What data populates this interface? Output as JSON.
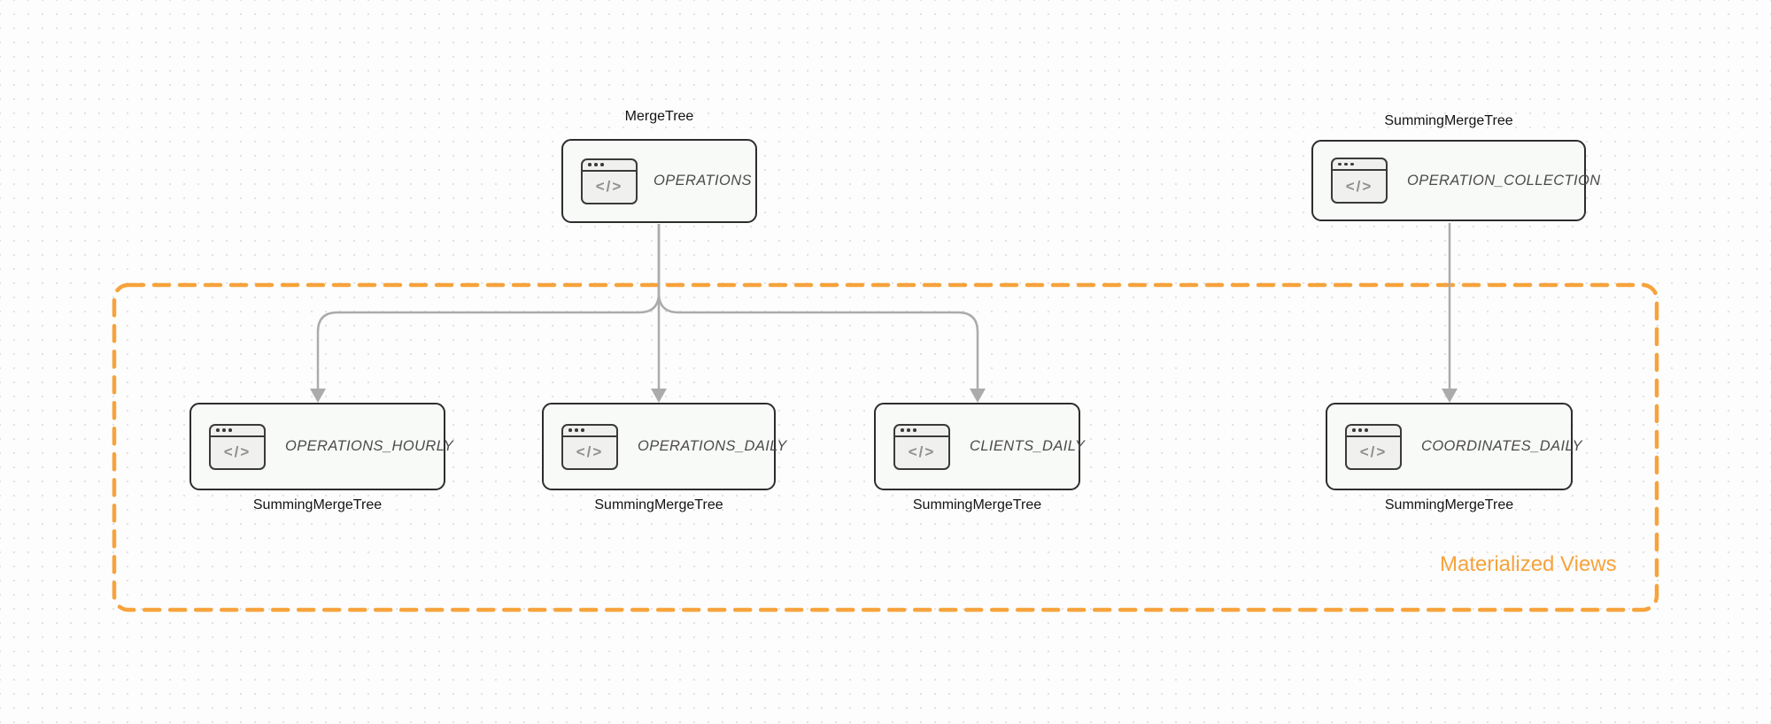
{
  "diagram": {
    "region": {
      "label": "Materialized Views",
      "border_color": "#F6A33C",
      "label_color": "#F6A33C"
    },
    "icons": {
      "code_window": {
        "name": "code-window-icon",
        "glyph": "</>"
      }
    },
    "nodes": {
      "operations": {
        "title": "OPERATIONS",
        "engine": "MergeTree"
      },
      "operation_collection": {
        "title": "OPERATION_COLLECTION",
        "engine": "SummingMergeTree"
      },
      "operations_hourly": {
        "title": "OPERATIONS_HOURLY",
        "engine": "SummingMergeTree"
      },
      "operations_daily": {
        "title": "OPERATIONS_DAILY",
        "engine": "SummingMergeTree"
      },
      "clients_daily": {
        "title": "CLIENTS_DAILY",
        "engine": "SummingMergeTree"
      },
      "coordinates_daily": {
        "title": "COORDINATES_DAILY",
        "engine": "SummingMergeTree"
      }
    },
    "edges": [
      {
        "from": "OPERATIONS",
        "to": "OPERATIONS_HOURLY"
      },
      {
        "from": "OPERATIONS",
        "to": "OPERATIONS_DAILY"
      },
      {
        "from": "OPERATIONS",
        "to": "CLIENTS_DAILY"
      },
      {
        "from": "OPERATION_COLLECTION",
        "to": "COORDINATES_DAILY"
      }
    ],
    "colors": {
      "edge": "#ABABAB",
      "node_border": "#2D2D2D",
      "node_fill": "#F8FAF7"
    }
  }
}
